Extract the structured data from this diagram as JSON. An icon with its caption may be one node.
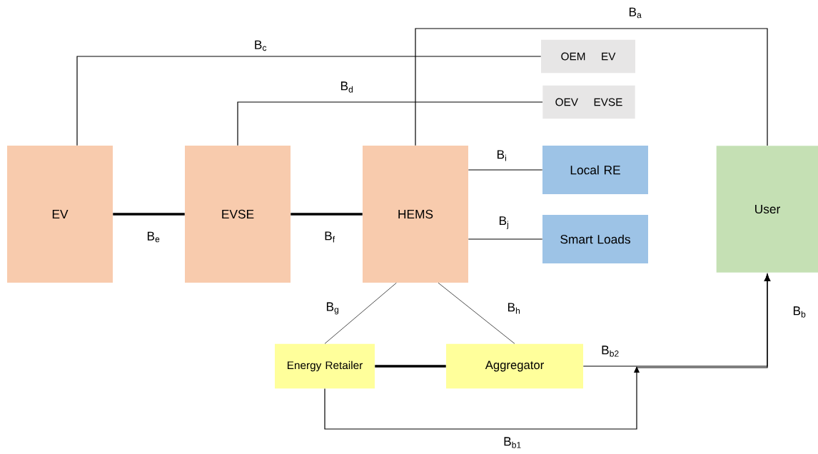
{
  "diagram": {
    "nodes": [
      {
        "text": [
          "EV"
        ]
      },
      {
        "text": [
          "EVSE"
        ]
      },
      {
        "text": [
          "HEMS"
        ]
      },
      {
        "text": [
          "OEM",
          "EV"
        ]
      },
      {
        "text": [
          "OEV",
          "EVSE"
        ]
      },
      {
        "text": [
          "Local RE"
        ]
      },
      {
        "text": [
          "Smart Loads"
        ]
      },
      {
        "text": [
          "User"
        ]
      },
      {
        "text": [
          "Energy Retailer"
        ]
      },
      {
        "text": [
          "Aggregator"
        ]
      }
    ],
    "edges": [
      {
        "from": 0,
        "to": 3,
        "arrow": "none",
        "label": "B$_{c}$"
      },
      {
        "from": 1,
        "to": 4,
        "arrow": "none",
        "label": "B$_{d}$"
      },
      {
        "from": 2,
        "to": 7,
        "arrow": "none",
        "label": "B$_{a}$"
      },
      {
        "from": 0,
        "to": 1,
        "arrow": "none",
        "label": "B$_{e}$",
        "style": "thick"
      },
      {
        "from": 1,
        "to": 2,
        "arrow": "none",
        "label": "B$_{f}$",
        "style": "thick"
      },
      {
        "from": 2,
        "to": 5,
        "arrow": "none",
        "label": "B$_{i}$"
      },
      {
        "from": 2,
        "to": 6,
        "arrow": "none",
        "label": "B$_{j}$"
      },
      {
        "from": 2,
        "to": 8,
        "arrow": "none",
        "label": "B$_{g}$"
      },
      {
        "from": 2,
        "to": 9,
        "arrow": "none",
        "label": "B$_{h}$"
      },
      {
        "from": 8,
        "to": 9,
        "arrow": "none",
        "style": "thick"
      },
      {
        "from": 8,
        "to": 7,
        "arrow": "to",
        "label": "B$_{b1}$"
      },
      {
        "from": 9,
        "to": 7,
        "arrow": "to",
        "label": "B$_{b2}$"
      }
    ],
    "labels": [
      "B$_{b}$"
    ]
  }
}
